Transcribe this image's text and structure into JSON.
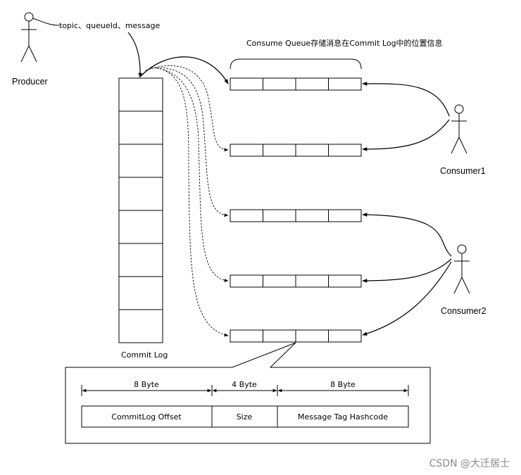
{
  "producer": {
    "label": "Producer",
    "fields_label": "topic、queueId、message"
  },
  "commit_log": {
    "label": "Commit Log",
    "cell_count": 8
  },
  "consume_queue": {
    "caption": "Consume Queue存储消息在Commit Log中的位置信息",
    "queue_count": 5,
    "cells_per_queue": 4
  },
  "consumers": [
    {
      "label": "Consumer1"
    },
    {
      "label": "Consumer2"
    }
  ],
  "entry_format": {
    "fields": [
      {
        "size": "8 Byte",
        "name": "CommitLog Offset"
      },
      {
        "size": "4 Byte",
        "name": "Size"
      },
      {
        "size": "8 Byte",
        "name": "Message Tag Hashcode"
      }
    ]
  },
  "watermark": "CSDN @大迁居士"
}
